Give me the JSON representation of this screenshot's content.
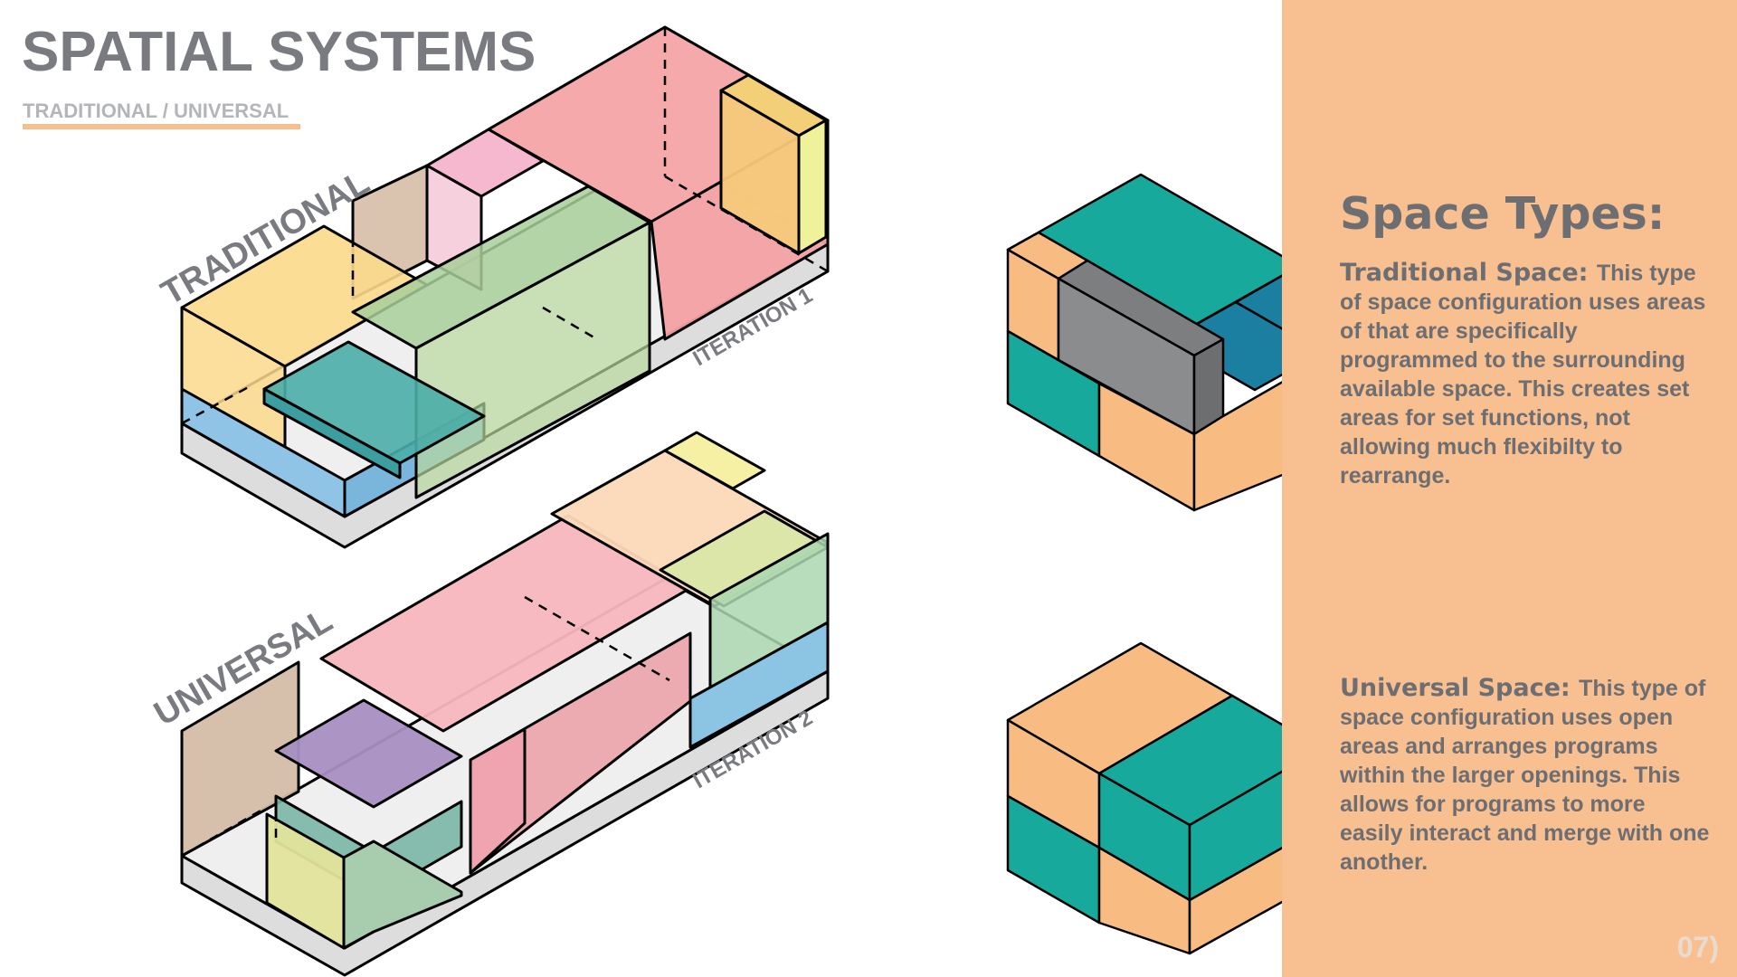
{
  "header": {
    "title": "SPATIAL SYSTEMS",
    "subtitle": "TRADITIONAL / UNIVERSAL"
  },
  "diagrams": {
    "traditional": {
      "label": "TRADITIONAL",
      "iteration": "ITERATION 1"
    },
    "universal": {
      "label": "UNIVERSAL",
      "iteration": "ITERATION 2"
    }
  },
  "sidebar": {
    "heading": "Space Types:",
    "traditional": {
      "name": "Traditional Space:",
      "text": "This type of space configuration uses areas of that are specifically programmed to the surrounding available space. This creates set areas for set functions, not allowing much flexibilty to rearrange."
    },
    "universal": {
      "name": "Universal Space:",
      "text": "This type of space configuration uses open areas and arranges programs within the larger openings. This allows for programs to more easily interact and merge with one another."
    }
  },
  "page_number": "07)",
  "colors": {
    "accent_orange": "#f8bf91",
    "teal": "#17a99b",
    "blue": "#1a7fa1",
    "gray": "#8b8c8e",
    "text_gray": "#6d6e72"
  }
}
